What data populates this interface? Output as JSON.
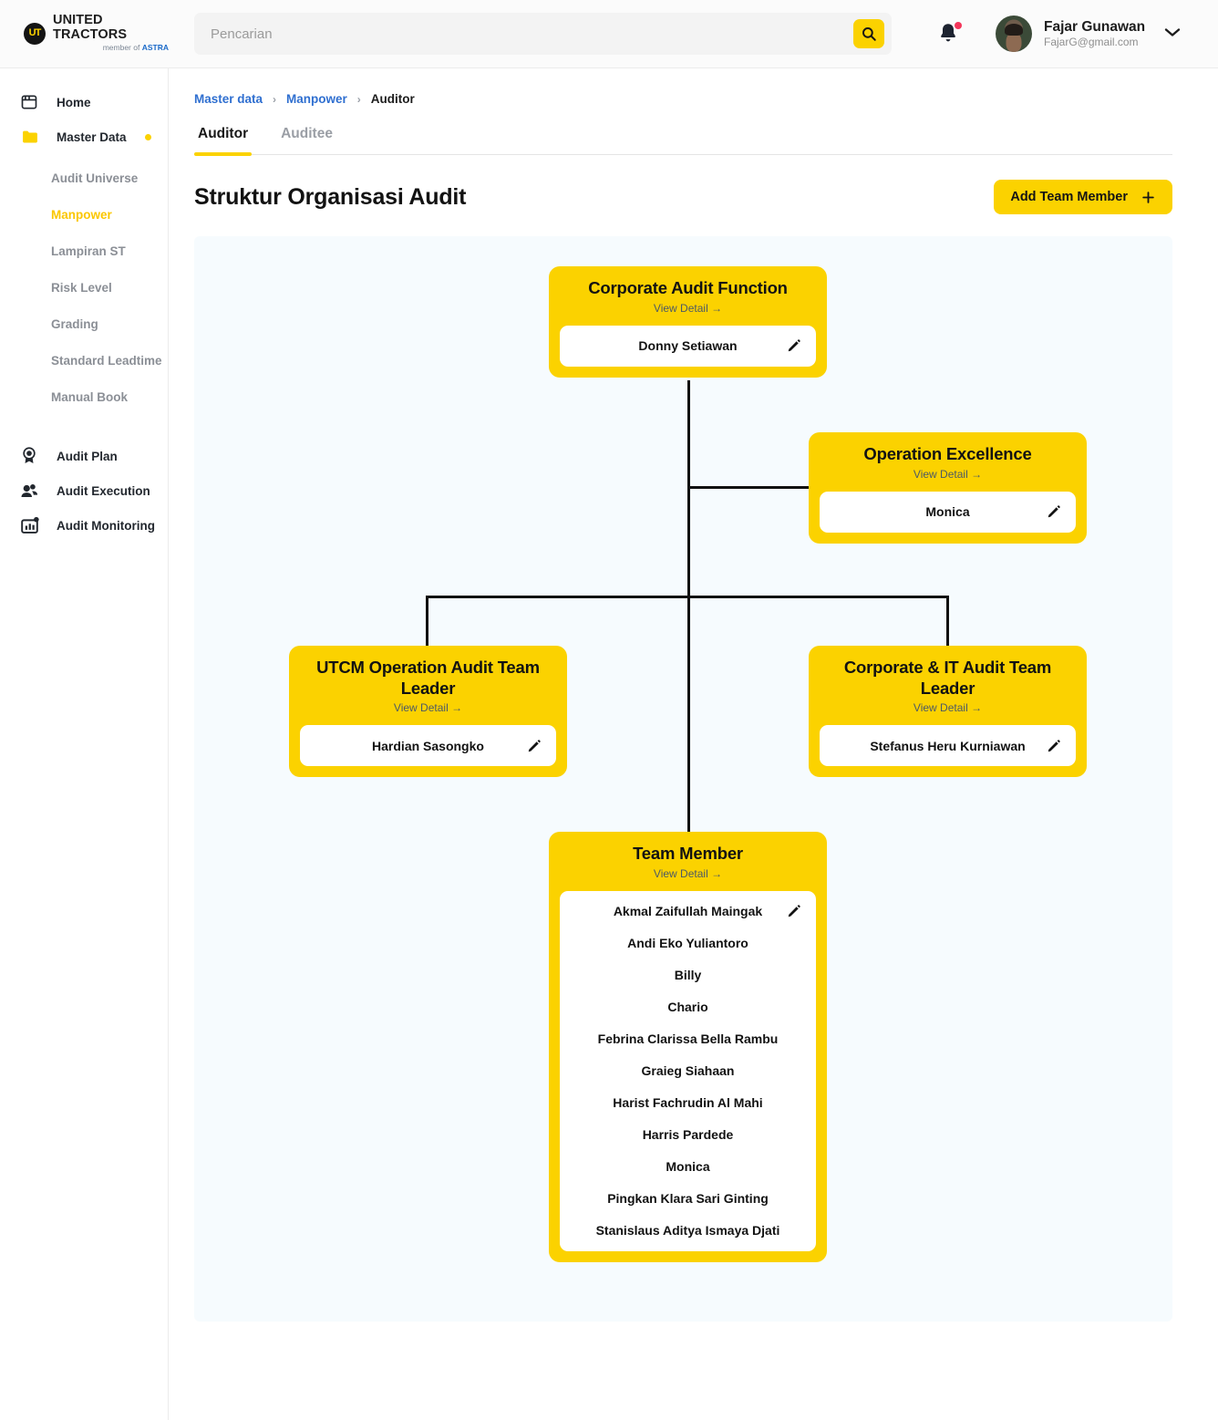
{
  "brand": {
    "mark": "UT",
    "name": "UNITED TRACTORS",
    "sub_prefix": "member of ",
    "sub_brand": "ASTRA"
  },
  "search": {
    "placeholder": "Pencarian",
    "value": "",
    "icon": "search-icon"
  },
  "header": {
    "notification_icon": "bell-icon",
    "user_name": "Fajar Gunawan",
    "user_email": "FajarG@gmail.com",
    "caret_icon": "chevron-down-icon"
  },
  "sidebar": {
    "items": [
      {
        "label": "Home",
        "icon": "home-icon",
        "active": false,
        "dot": false
      },
      {
        "label": "Master Data",
        "icon": "folder-icon",
        "active": true,
        "dot": true
      }
    ],
    "sub_items": [
      {
        "label": "Audit Universe",
        "active": false
      },
      {
        "label": "Manpower",
        "active": true
      },
      {
        "label": "Lampiran ST",
        "active": false
      },
      {
        "label": "Risk Level",
        "active": false
      },
      {
        "label": "Grading",
        "active": false
      },
      {
        "label": "Standard Leadtime",
        "active": false
      },
      {
        "label": "Manual Book",
        "active": false
      }
    ],
    "bottom_items": [
      {
        "label": "Audit Plan",
        "icon": "badge-icon"
      },
      {
        "label": "Audit Execution",
        "icon": "people-icon"
      },
      {
        "label": "Audit Monitoring",
        "icon": "chart-bar-icon"
      }
    ]
  },
  "breadcrumb": [
    {
      "label": "Master data",
      "link": true
    },
    {
      "label": "Manpower",
      "link": true
    },
    {
      "label": "Auditor",
      "link": false
    }
  ],
  "breadcrumb_separator": "›",
  "tabs": [
    {
      "label": "Auditor",
      "active": true
    },
    {
      "label": "Auditee",
      "active": false
    }
  ],
  "page": {
    "title": "Struktur Organisasi Audit",
    "add_button": "Add Team Member",
    "add_button_icon": "plus-icon"
  },
  "org_chart": {
    "view_detail_label": "View Detail →",
    "edit_icon": "pencil-icon",
    "nodes": {
      "root": {
        "title": "Corporate Audit Function",
        "people": [
          "Donny Setiawan"
        ]
      },
      "operation_excellence": {
        "title": "Operation Excellence",
        "people": [
          "Monica"
        ]
      },
      "utcm_team_leader": {
        "title": "UTCM Operation Audit Team Leader",
        "people": [
          "Hardian Sasongko"
        ]
      },
      "corporate_it_team_leader": {
        "title": "Corporate & IT Audit Team Leader",
        "people": [
          "Stefanus Heru Kurniawan"
        ]
      },
      "team_member": {
        "title": "Team Member",
        "people": [
          "Akmal Zaifullah Maingak",
          "Andi Eko Yuliantoro",
          "Billy",
          "Chario",
          "Febrina Clarissa Bella Rambu",
          "Graieg Siahaan",
          "Harist Fachrudin Al Mahi",
          "Harris Pardede",
          "Monica",
          "Pingkan Klara Sari Ginting",
          "Stanislaus Aditya Ismaya Djati"
        ]
      }
    }
  },
  "colors": {
    "accent_yellow": "#fbd200",
    "active_yellow": "#fbc700",
    "link_blue": "#2f6fd0",
    "chart_bg": "#f6fbfe",
    "notification_red": "#f4365a"
  }
}
